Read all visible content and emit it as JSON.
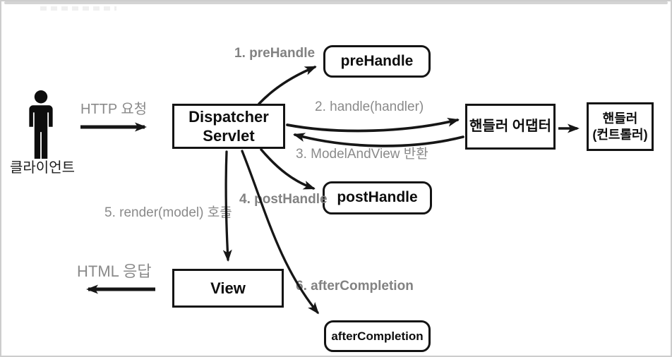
{
  "diagram": {
    "nodes": {
      "dispatcher": {
        "line1": "Dispatcher",
        "line2": "Servlet"
      },
      "pre_handle": {
        "label": "preHandle"
      },
      "handler_adapter": {
        "label": "핸들러 어댑터"
      },
      "handler": {
        "line1": "핸들러",
        "line2": "(컨트롤러)"
      },
      "post_handle": {
        "label": "postHandle"
      },
      "view": {
        "label": "View"
      },
      "after_completion": {
        "label": "afterCompletion"
      },
      "client": {
        "label": "클라이언트"
      }
    },
    "edges": {
      "http_request": {
        "label": "HTTP 요청"
      },
      "step1": {
        "label": "1. preHandle"
      },
      "step2": {
        "label": "2. handle(handler)"
      },
      "step3": {
        "label": "3. ModelAndView 반환"
      },
      "step4": {
        "label": "4. postHandle"
      },
      "step5": {
        "label": "5. render(model) 호출"
      },
      "step6": {
        "label": "6. afterCompletion"
      },
      "html_response": {
        "label": "HTML 응답"
      }
    },
    "colors": {
      "box_border": "#141414",
      "arrow_stroke": "#161616",
      "label_gray": "#8a8a8a",
      "frame_border": "#cdcdcd"
    }
  }
}
